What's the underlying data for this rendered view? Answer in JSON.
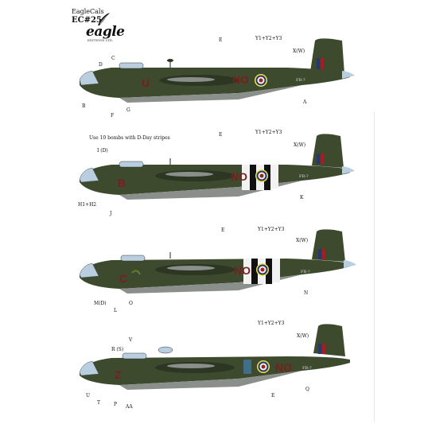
{
  "brand": {
    "line1": "EagleCals",
    "line2": "EC#25",
    "logo": "eagle",
    "sub": "EDITIONS LTD."
  },
  "note": "Use 10 bombs with D-Day stripes",
  "colors": {
    "camouflage": "#3d4a2e",
    "camouflage_dark": "#2c3622",
    "underside": "#8a8f8c",
    "code_red": "#7a1f1f",
    "roundel_blue": "#243a6b",
    "roundel_red": "#a11f1f",
    "canopy": "#b9cfe0",
    "stripe_white": "#f2f2f2",
    "stripe_black": "#111111"
  },
  "aircraft": [
    {
      "codes": "NO",
      "letter": "U",
      "serial": "FR-?",
      "d_day_stripes": false,
      "callouts": {
        "a": "C",
        "b": "D",
        "c": "B",
        "d": "F",
        "e": "G",
        "f": "E",
        "g": "Y1+Y2+Y3",
        "h": "X(W)",
        "i": "A"
      }
    },
    {
      "codes": "NO",
      "letter": "B",
      "serial": "FR-?",
      "d_day_stripes": true,
      "callouts": {
        "a": "I (D)",
        "b": "H1+H2",
        "c": "J",
        "f": "E",
        "g": "Y1+Y2+Y3",
        "h": "X(W)",
        "i": "K"
      }
    },
    {
      "codes": "NO",
      "letter": "C",
      "serial": "FR-?",
      "d_day_stripes": true,
      "callouts": {
        "a": "M(D)",
        "b": "L",
        "c": "O",
        "f": "E",
        "g": "Y1+Y2+Y3",
        "h": "X(W)",
        "i": "N"
      }
    },
    {
      "codes": "NO",
      "letter": "Z",
      "serial": "FR-?",
      "d_day_stripes": false,
      "callouts": {
        "a": "R (S)",
        "b": "V",
        "c": "U",
        "d": "T",
        "e": "P",
        "f2": "AA",
        "g": "Y1+Y2+Y3",
        "h": "X(W)",
        "i": "Q",
        "j": "E"
      }
    }
  ]
}
